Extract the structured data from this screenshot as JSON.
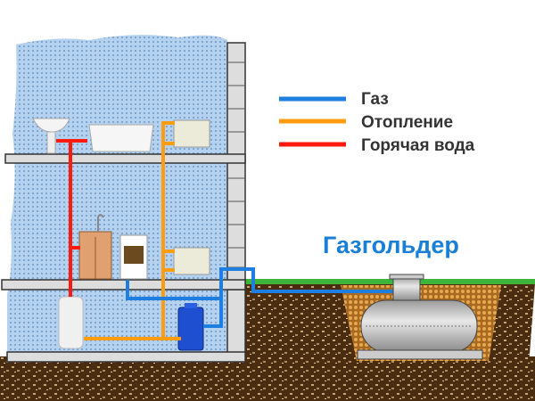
{
  "colors": {
    "gas": "#1f7fe0",
    "heating": "#ff9c0f",
    "hot_water": "#ff1a10",
    "wall": "#a9c9ea",
    "soil": "#5a3818",
    "grass": "#3db53a",
    "title": "#1a7fd6"
  },
  "legend": {
    "items": [
      {
        "key": "gas",
        "label": "Газ"
      },
      {
        "key": "heating",
        "label": "Отопление"
      },
      {
        "key": "hot_water",
        "label": "Горячая вода"
      }
    ]
  },
  "tank": {
    "label": "Газгольдер"
  }
}
